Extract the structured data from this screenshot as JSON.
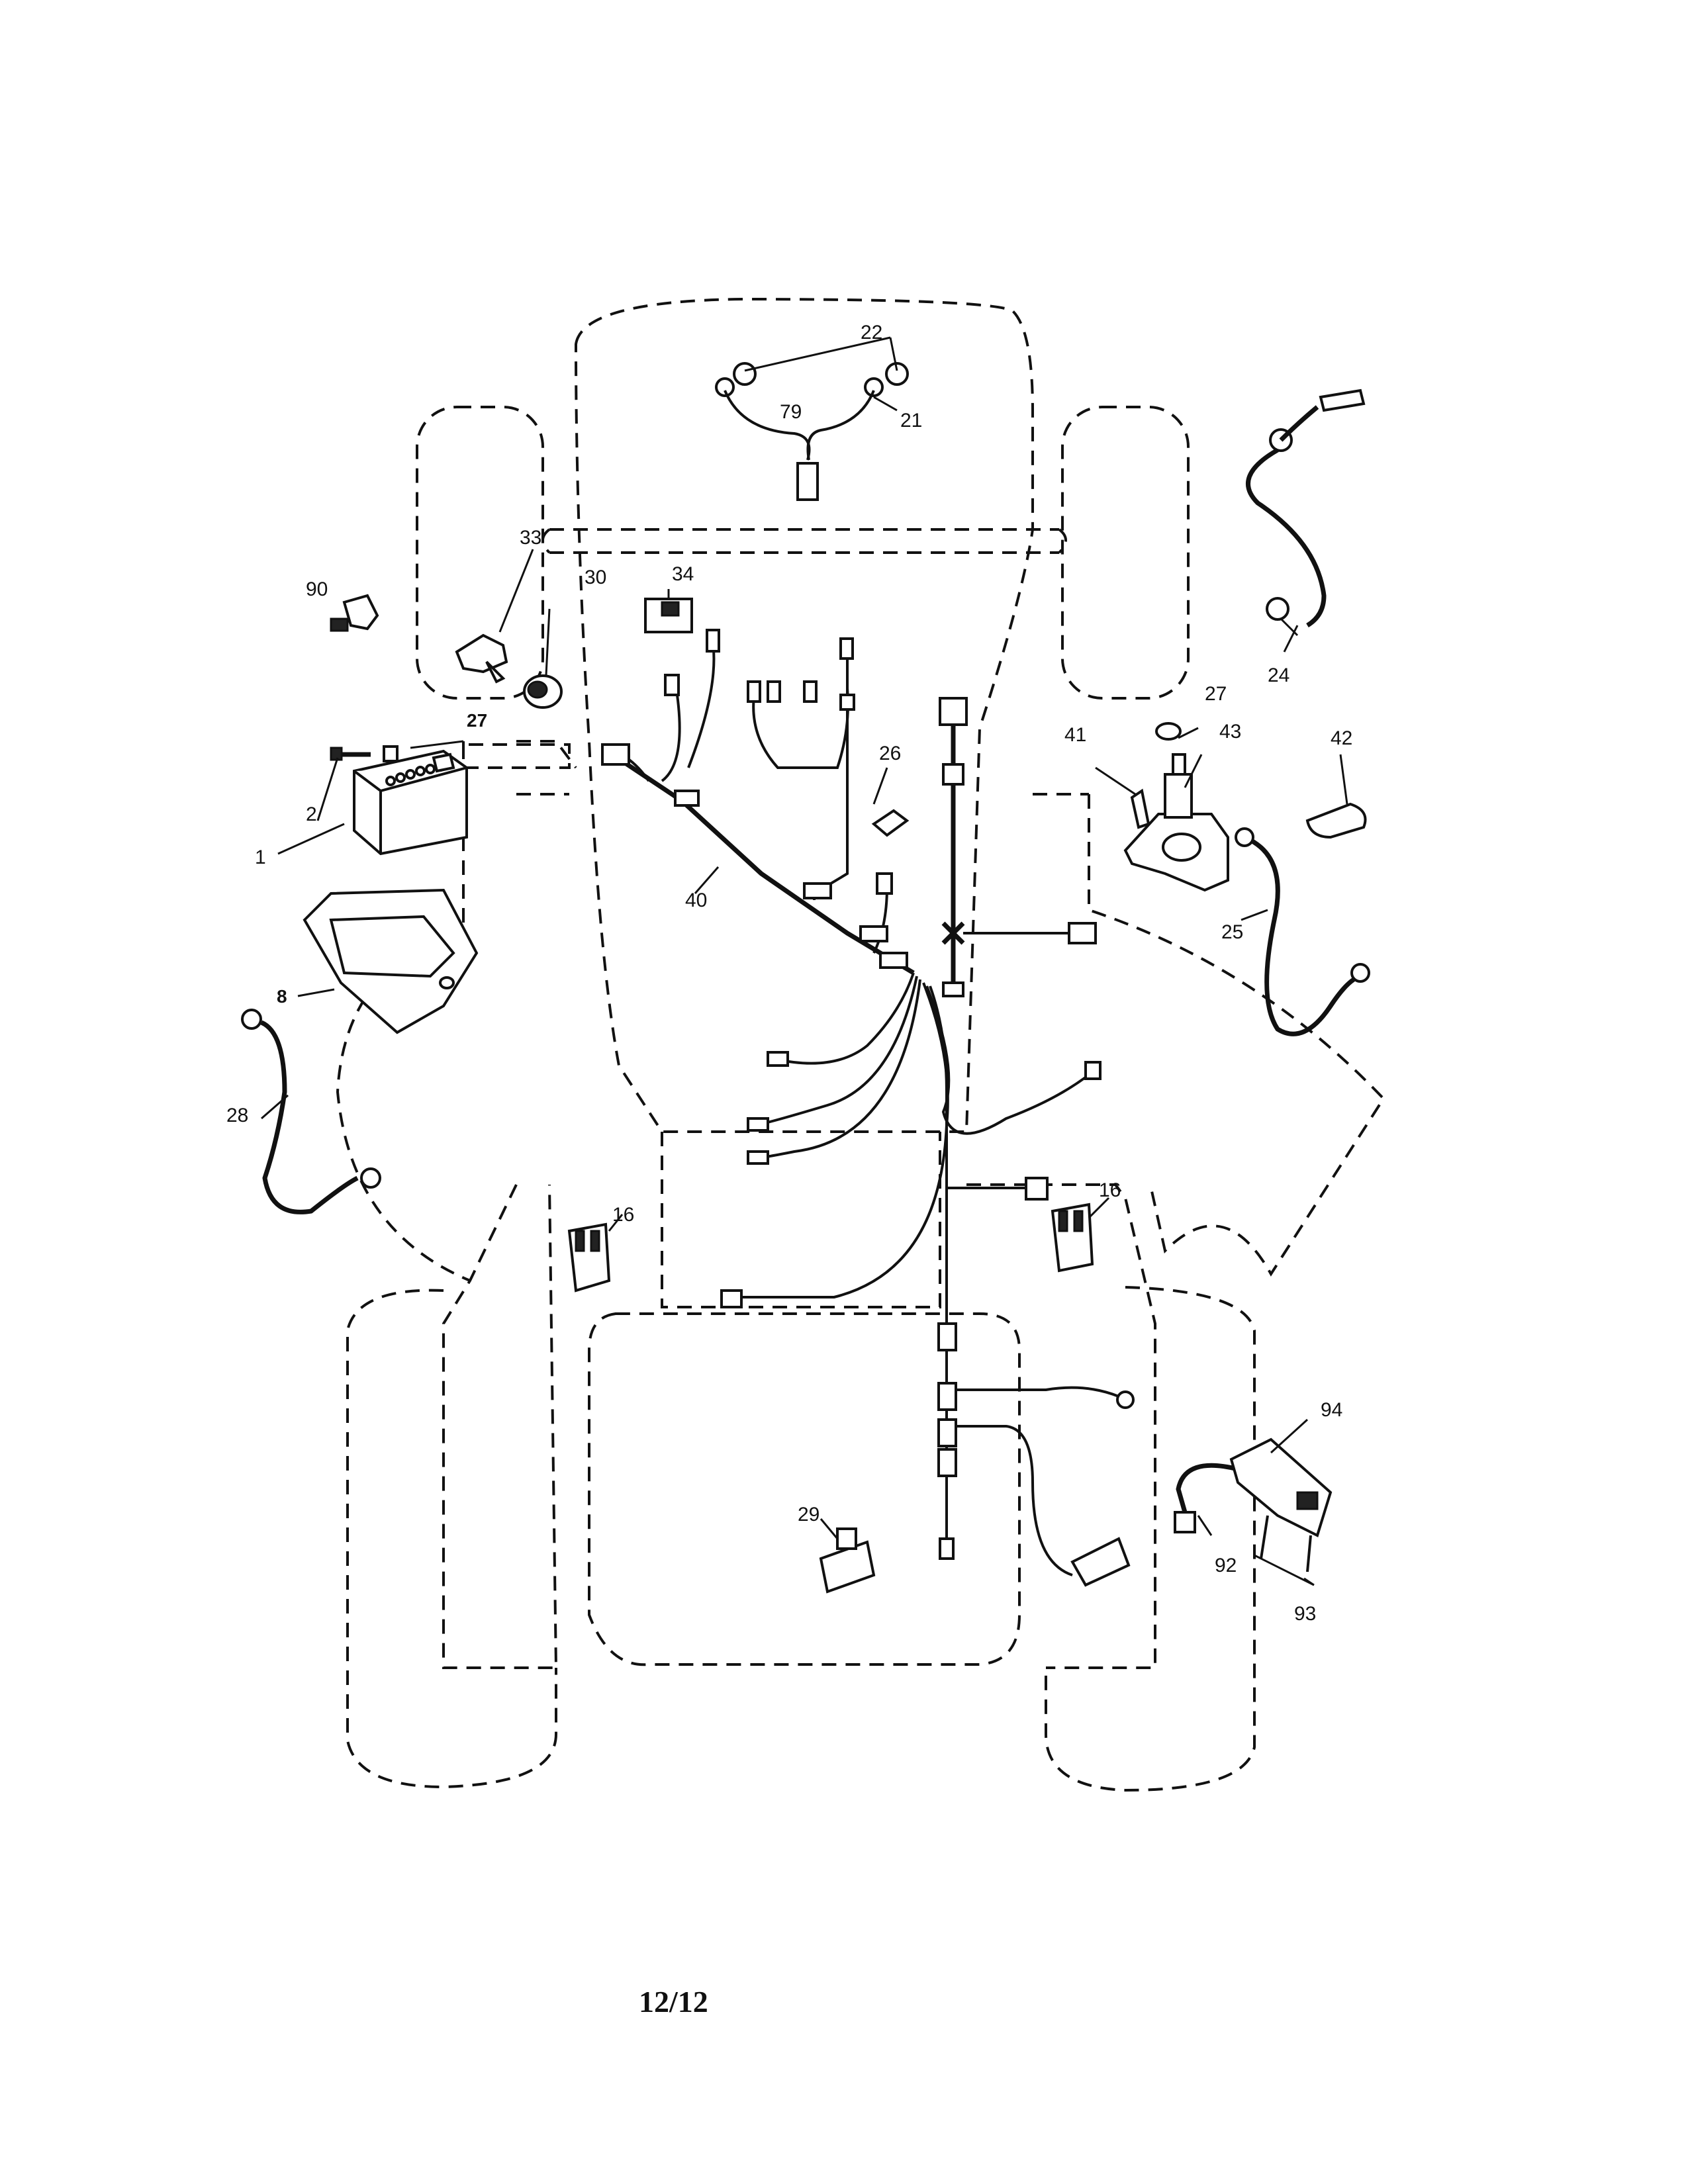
{
  "callouts": {
    "c1": "1",
    "c2": "2",
    "c8": "8",
    "c16a": "16",
    "c16b": "16",
    "c21": "21",
    "c22": "22",
    "c24": "24",
    "c25": "25",
    "c26": "26",
    "c27a": "27",
    "c27b": "27",
    "c28": "28",
    "c29": "29",
    "c30": "30",
    "c33": "33",
    "c34": "34",
    "c40": "40",
    "c41": "41",
    "c42": "42",
    "c43": "43",
    "c79": "79",
    "c90": "90",
    "c92": "92",
    "c93": "93",
    "c94": "94"
  },
  "page": "12/12"
}
